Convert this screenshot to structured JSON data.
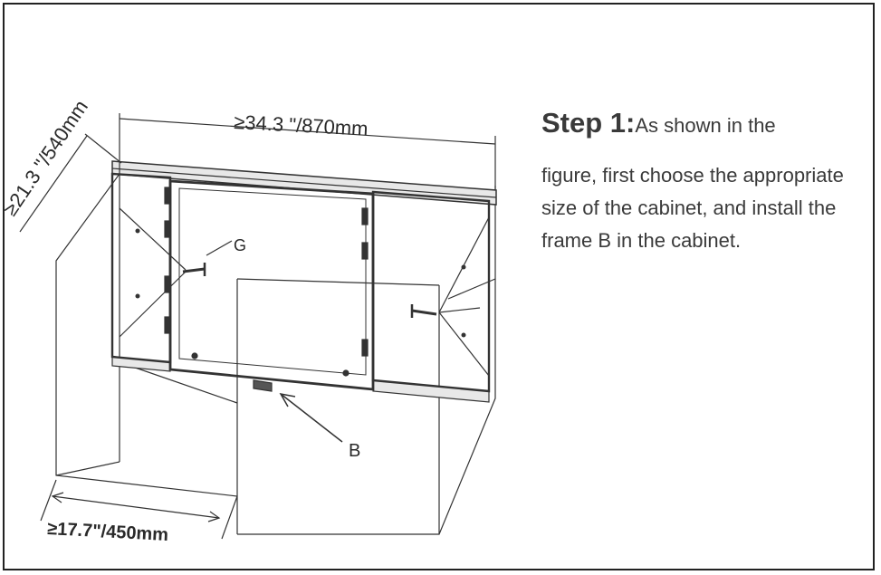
{
  "instruction": {
    "step_label": "Step 1:",
    "lead": "As shown in the",
    "body": "figure, first choose the appropriate size of the cabinet, and install the frame B in the cabinet."
  },
  "diagram": {
    "width_dimension": "≥34.3 \"/870mm",
    "depth_dimension": "≥21.3 \"/540mm",
    "opening_dimension": "≥17.7\"/450mm",
    "label_screw": "G",
    "label_frame": "B"
  }
}
